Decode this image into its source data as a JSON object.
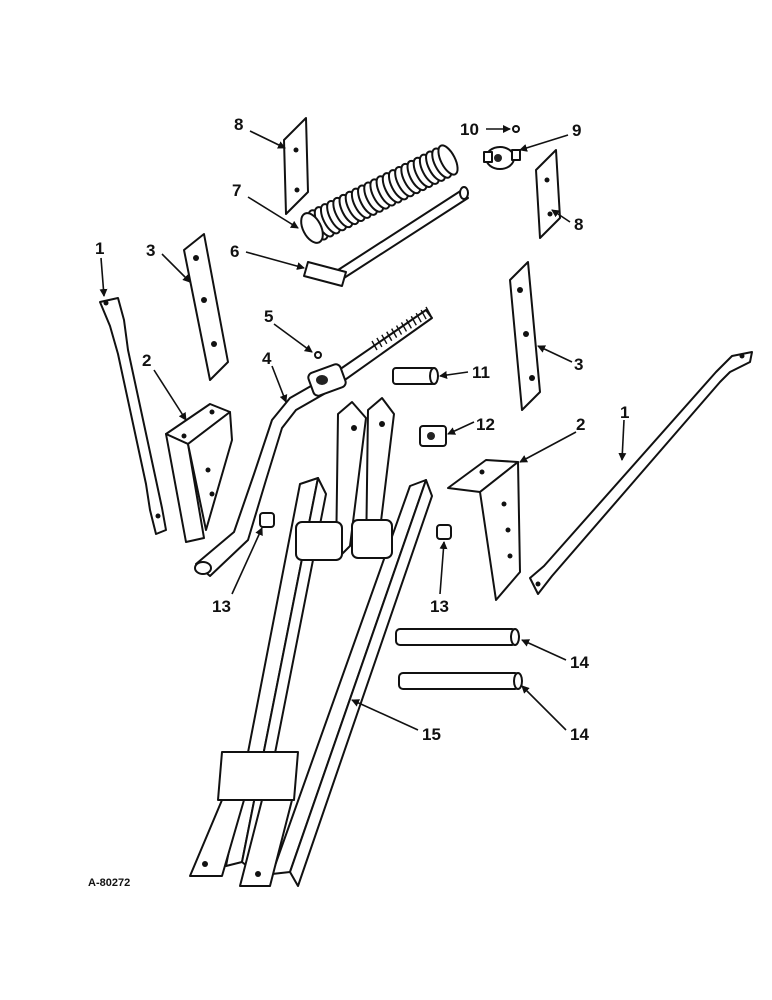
{
  "diagram": {
    "reference_code": "A-80272",
    "callouts": [
      {
        "id": "1a",
        "label": "1"
      },
      {
        "id": "1b",
        "label": "1"
      },
      {
        "id": "2a",
        "label": "2"
      },
      {
        "id": "2b",
        "label": "2"
      },
      {
        "id": "3a",
        "label": "3"
      },
      {
        "id": "3b",
        "label": "3"
      },
      {
        "id": "4",
        "label": "4"
      },
      {
        "id": "5",
        "label": "5"
      },
      {
        "id": "6",
        "label": "6"
      },
      {
        "id": "7",
        "label": "7"
      },
      {
        "id": "8a",
        "label": "8"
      },
      {
        "id": "8b",
        "label": "8"
      },
      {
        "id": "9",
        "label": "9"
      },
      {
        "id": "10",
        "label": "10"
      },
      {
        "id": "11",
        "label": "11"
      },
      {
        "id": "12",
        "label": "12"
      },
      {
        "id": "13a",
        "label": "13"
      },
      {
        "id": "13b",
        "label": "13"
      },
      {
        "id": "14a",
        "label": "14"
      },
      {
        "id": "14b",
        "label": "14"
      },
      {
        "id": "15",
        "label": "15"
      }
    ]
  }
}
